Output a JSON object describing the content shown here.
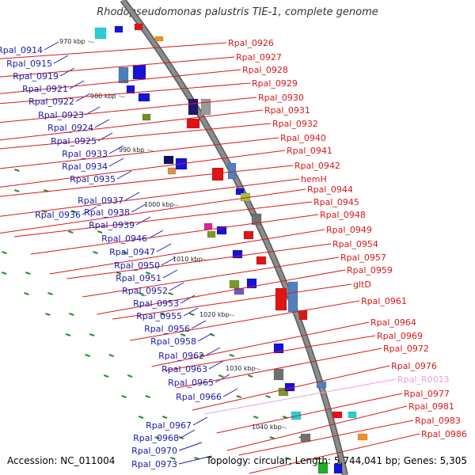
{
  "title": "Rhodopseudomonas palustris TIE-1, complete genome",
  "footer": {
    "accession": "Accession: NC_011004",
    "summary": "Topology: circular; Length: 5,744,041 bp; Genes: 5,305"
  },
  "colors": {
    "backbone": "#8c8c8c",
    "reverse_label": "#1a1aa8",
    "forward_label": "#d81818",
    "rna_label": "#e8a0e8",
    "tick": "#2e8b2e",
    "reverse_gene": "#1414d8",
    "forward_gene": "#e01414"
  },
  "ticks": [
    "970 kbp",
    "980 kbp",
    "990 kbp",
    "1000 kbp",
    "1010 kbp",
    "1020 kbp",
    "1030 kbp",
    "1040 kbp"
  ],
  "left_labels": [
    "Rpal_0914",
    "Rpal_0915",
    "Rpal_0919",
    "Rpal_0921",
    "Rpal_0922",
    "Rpal_0923",
    "Rpal_0924",
    "Rpal_0925",
    "Rpal_0933",
    "Rpal_0934",
    "Rpal_0935",
    "Rpal_0937",
    "Rpal_0936",
    "Rpal_0938",
    "Rpal_0939",
    "Rpal_0946",
    "Rpal_0947",
    "Rpal_0950",
    "Rpal_0951",
    "Rpal_0952",
    "Rpal_0953",
    "Rpal_0955",
    "Rpal_0956",
    "Rpal_0958",
    "Rpal_0962",
    "Rpal_0963",
    "Rpal_0965",
    "Rpal_0966",
    "Rpal_0967",
    "Rpal_0968",
    "Rpal_0970",
    "Rpal_0973"
  ],
  "right_labels": [
    "Rpal_0926",
    "Rpal_0927",
    "Rpal_0928",
    "Rpal_0929",
    "Rpal_0930",
    "Rpal_0931",
    "Rpal_0932",
    "Rpal_0940",
    "Rpal_0941",
    "Rpal_0942",
    "hemH",
    "Rpal_0944",
    "Rpal_0945",
    "Rpal_0948",
    "Rpal_0949",
    "Rpal_0954",
    "Rpal_0957",
    "Rpal_0959",
    "gltD",
    "Rpal_0961",
    "Rpal_0964",
    "Rpal_0969",
    "Rpal_0972",
    "Rpal_0976",
    "Rpal_R0013",
    "Rpal_0977",
    "Rpal_0981",
    "Rpal_0983",
    "Rpal_0986"
  ]
}
